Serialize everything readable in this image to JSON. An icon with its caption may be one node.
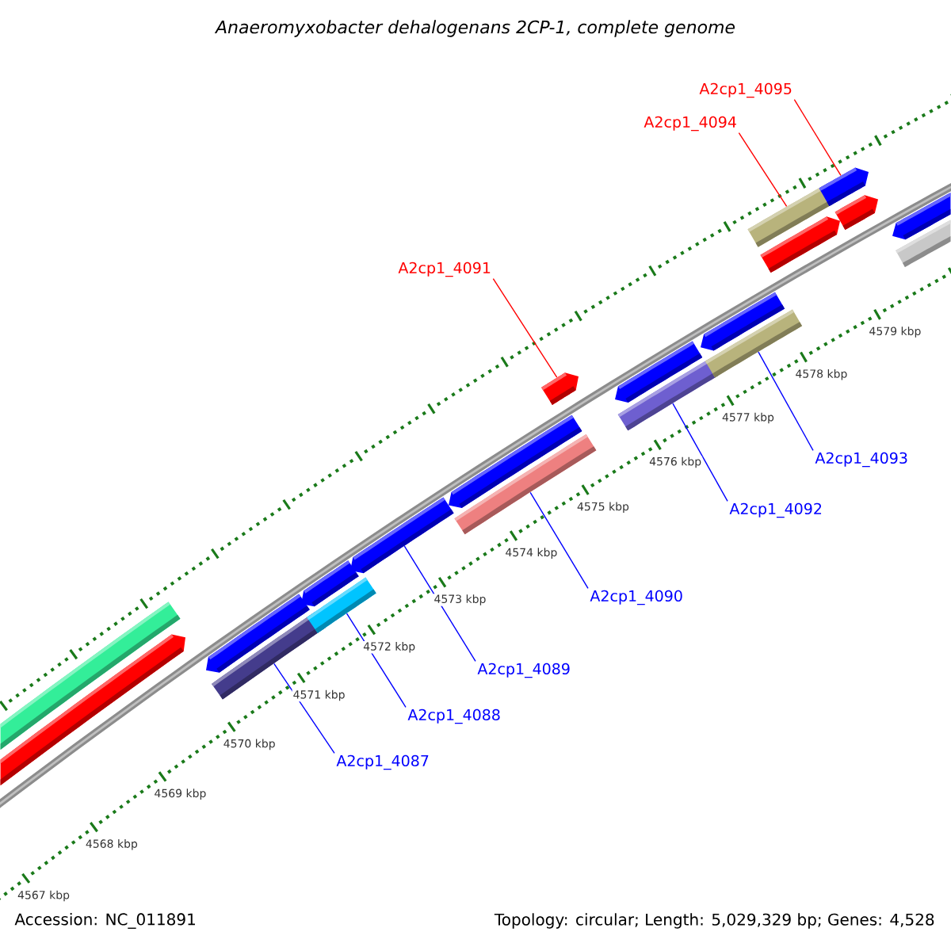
{
  "diagram": {
    "title": "Anaeromyxobacter dehalogenans 2CP-1, complete genome",
    "nodes": [
      {
        "text": [
          "A2cp1_4095"
        ]
      },
      {
        "text": [
          "A2cp1_4094"
        ]
      },
      {
        "text": [
          "A2cp1_4091"
        ]
      },
      {
        "text": [
          "A2cp1_4093"
        ]
      },
      {
        "text": [
          "A2cp1_4092"
        ]
      },
      {
        "text": [
          "A2cp1_4090"
        ]
      },
      {
        "text": [
          "A2cp1_4089"
        ]
      },
      {
        "text": [
          "A2cp1_4088"
        ]
      },
      {
        "text": [
          "A2cp1_4087"
        ]
      },
      {
        "text": [],
        "shape": "bar"
      },
      {
        "text": [],
        "shape": "bar"
      },
      {
        "text": [],
        "shape": "bar"
      },
      {
        "text": [],
        "shape": "bar"
      },
      {
        "text": [],
        "shape": "bar"
      },
      {
        "text": [],
        "shape": "bar"
      },
      {
        "text": [],
        "shape": "bar"
      },
      {
        "text": [],
        "shape": "bar"
      },
      {
        "text": [],
        "shape": "bar"
      },
      {
        "text": [],
        "shape": "bar"
      },
      {
        "text": [],
        "shape": "bar"
      },
      {
        "text": [],
        "shape": "bar"
      },
      {
        "text": [],
        "shape": "bar"
      },
      {
        "text": [],
        "shape": "bar"
      },
      {
        "text": [],
        "shape": "bar"
      },
      {
        "text": [],
        "shape": "bar"
      },
      {
        "text": [],
        "shape": "bar"
      },
      {
        "text": [],
        "shape": "bar"
      },
      {
        "text": [],
        "shape": "bar"
      },
      {
        "text": [],
        "shape": "bar"
      }
    ],
    "edges": [
      {
        "from": 0,
        "to": 25,
        "arrow": "none",
        "color": "#ff0000"
      },
      {
        "from": 1,
        "to": 23,
        "arrow": "none",
        "color": "#ff0000"
      },
      {
        "from": 2,
        "to": 18,
        "arrow": "none",
        "color": "#ff0000"
      },
      {
        "from": 3,
        "to": 22,
        "arrow": "none"
      },
      {
        "from": 4,
        "to": 20,
        "arrow": "none"
      },
      {
        "from": 5,
        "to": 17,
        "arrow": "none"
      },
      {
        "from": 6,
        "to": 15,
        "arrow": "none"
      },
      {
        "from": 7,
        "to": 14,
        "arrow": "none"
      },
      {
        "from": 8,
        "to": 12,
        "arrow": "none"
      }
    ],
    "labels": [
      "4579 kbp",
      "4578 kbp",
      "4577 kbp",
      "4576 kbp",
      "4575 kbp",
      "4574 kbp",
      "4573 kbp",
      "4572 kbp",
      "4571 kbp",
      "4570 kbp",
      "4569 kbp",
      "4568 kbp",
      "4567 kbp",
      "Accession: NC_011891",
      "Topology: circular; Length: 5,029,329 bp; Genes: 4,528"
    ]
  }
}
